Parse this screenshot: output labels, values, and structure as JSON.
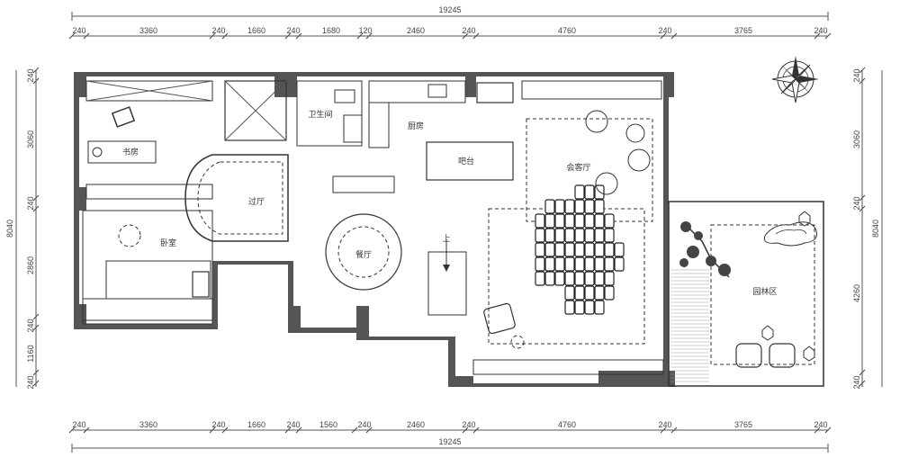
{
  "dimensions": {
    "top_total": "19245",
    "top_segments": [
      "240",
      "3360",
      "240",
      "1660",
      "240",
      "1680",
      "120",
      "2460",
      "240",
      "4760",
      "240",
      "3765",
      "240"
    ],
    "bottom_total": "19245",
    "bottom_segments": [
      "240",
      "3360",
      "240",
      "1660",
      "240",
      "1560",
      "240",
      "2460",
      "240",
      "4760",
      "240",
      "3765",
      "240"
    ],
    "left_total": "8040",
    "left_segments": [
      "240",
      "3060",
      "240",
      "2860",
      "240",
      "1160",
      "240"
    ],
    "right_total": "8040",
    "right_segments": [
      "240",
      "3060",
      "240",
      "4260",
      "240"
    ]
  },
  "rooms": {
    "study": "书房",
    "bathroom": "卫生间",
    "kitchen": "厨房",
    "bar": "吧台",
    "living": "会客厅",
    "hall": "过厅",
    "bedroom": "卧室",
    "dining": "餐厅",
    "garden": "园林区",
    "stairs_up": "上"
  },
  "colors": {
    "wall": "#555555",
    "line": "#333333",
    "background": "#ffffff"
  },
  "icons": {
    "compass": "compass-rose-icon"
  }
}
